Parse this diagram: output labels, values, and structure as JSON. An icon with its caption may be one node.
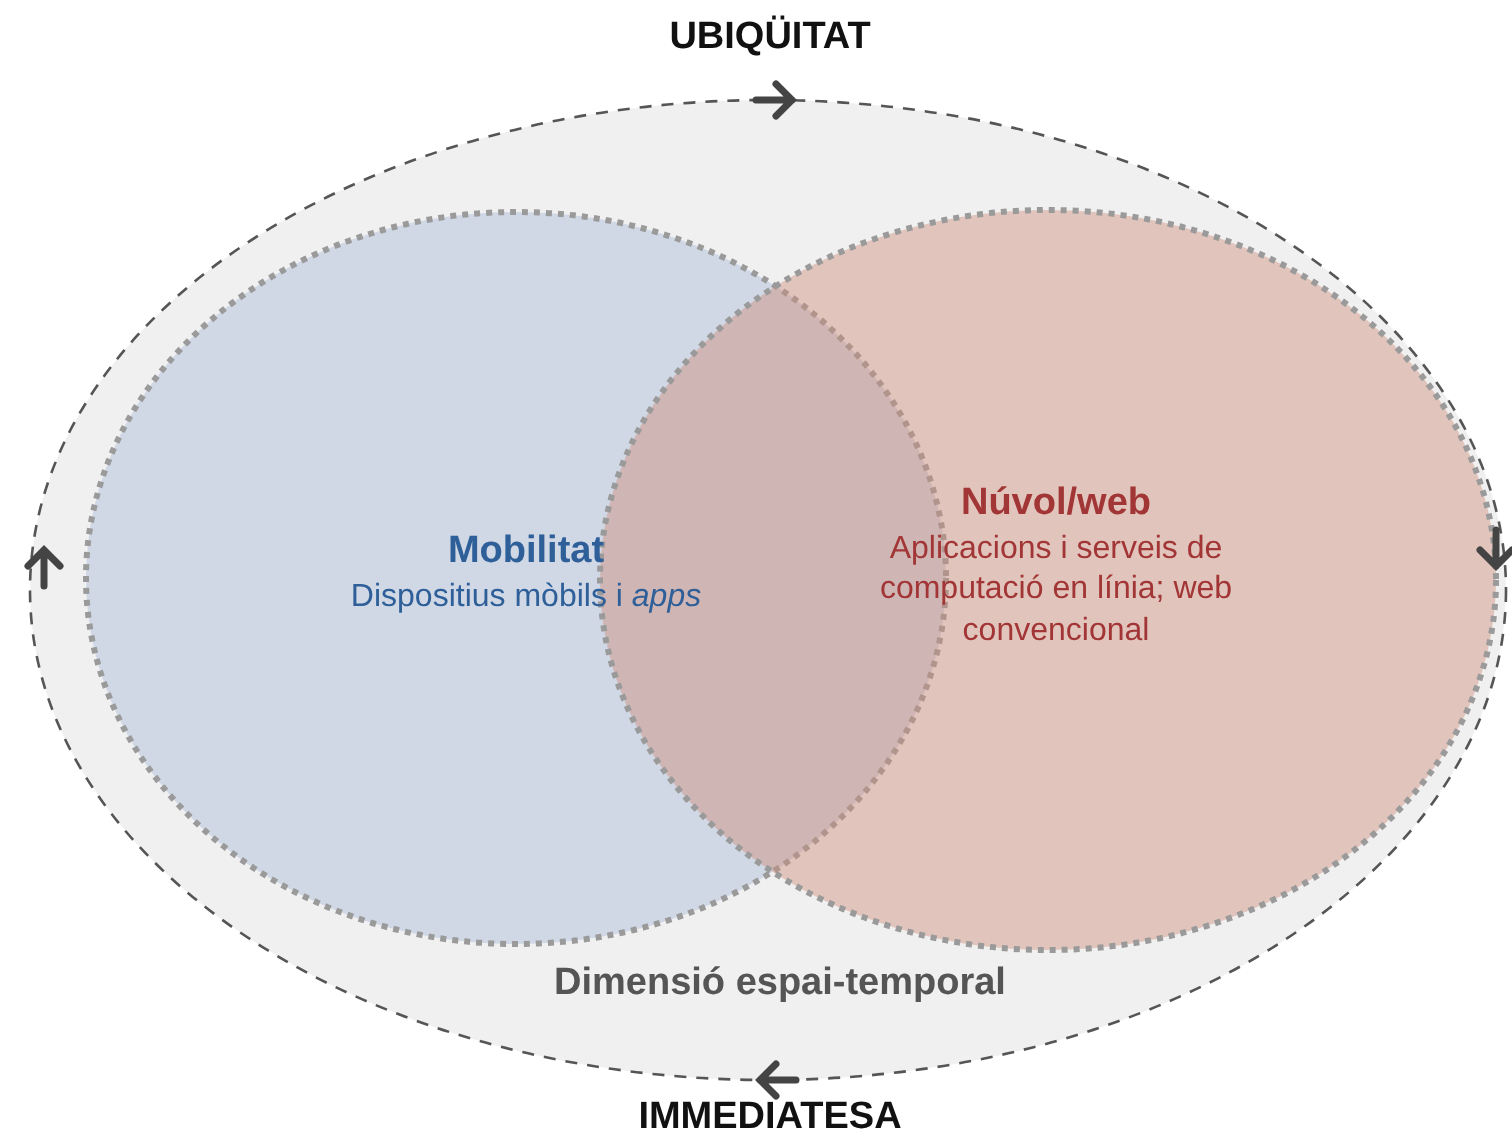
{
  "diagram": {
    "nodes": [
      {
        "text": [
          "Dimensió espai-temporal"
        ]
      },
      {
        "text": [
          "Mobilitat",
          "Dispositius mòbils i *apps*"
        ],
        "in": 0
      },
      {
        "text": [
          "Núvol/web",
          "Aplicacions i serveis de computació en línia; web convencional"
        ],
        "in": 0
      }
    ],
    "edges": [],
    "labels": [
      "UBIQÜITAT",
      "IMMEDIATESA"
    ]
  }
}
